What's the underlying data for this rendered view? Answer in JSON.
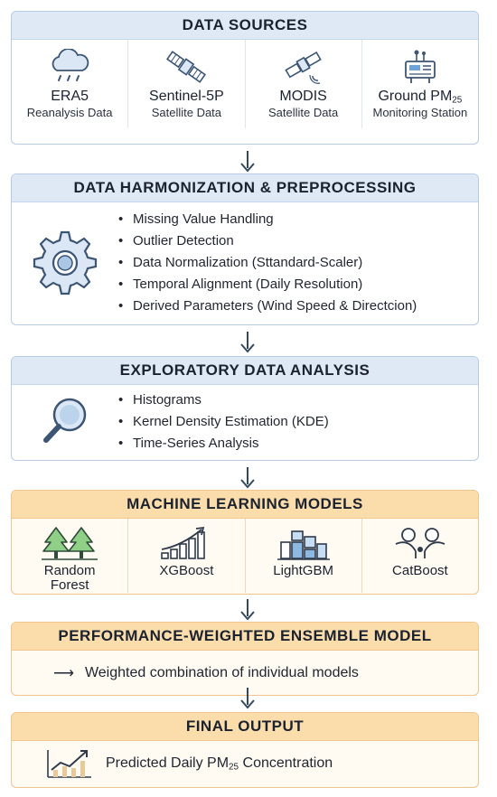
{
  "sources": {
    "title": "DATA SOURCES",
    "items": [
      {
        "name": "ERA5",
        "sub": "Reanalysis Data",
        "icon": "cloud-rain-icon"
      },
      {
        "name": "Sentinel-5P",
        "sub": "Satellite Data",
        "icon": "satellite-icon"
      },
      {
        "name": "MODIS",
        "sub": "Satellite Data",
        "icon": "satellite-dish-icon"
      },
      {
        "name_main": "Ground PM",
        "name_sub": "25",
        "sub": "Monitoring Station",
        "icon": "monitoring-station-icon"
      }
    ]
  },
  "preprocessing": {
    "title": "DATA HARMONIZATION & PREPROCESSING",
    "icon": "gear-icon",
    "items": [
      "Missing Value Handling",
      "Outlier Detection",
      "Data Normalization (Sttandard-Scaler)",
      "Temporal Alignment (Daily Resolution)",
      "Derived Parameters (Wind Speed & Directcion)"
    ]
  },
  "eda": {
    "title": "EXPLORATORY DATA ANALYSIS",
    "icon": "magnifier-icon",
    "items": [
      "Histograms",
      "Kernel Density Estimation (KDE)",
      "Time-Series Analysis"
    ]
  },
  "ml": {
    "title": "MACHINE LEARNING MODELS",
    "items": [
      {
        "line1": "Random",
        "line2": "Forest",
        "icon": "trees-icon"
      },
      {
        "line1": "XGBoost",
        "line2": "",
        "icon": "bar-growth-icon"
      },
      {
        "line1": "LightGBM",
        "line2": "",
        "icon": "blocks-icon"
      },
      {
        "line1": "CatBoost",
        "line2": "",
        "icon": "catboost-icon"
      }
    ]
  },
  "ensemble": {
    "title": "PERFORMANCE-WEIGHTED ENSEMBLE MODEL",
    "arrow": "⟶",
    "text": "Weighted combination of individual models"
  },
  "final": {
    "title": "FINAL OUTPUT",
    "icon": "trend-chart-icon",
    "text_pre": "Predicted Daily PM",
    "text_sub": "25",
    "text_post": " Concentration"
  },
  "colors": {
    "blue_border": "#b8cbe2",
    "blue_header": "#dfe9f5",
    "orange_border": "#f0c58e",
    "orange_header": "#fbdcab",
    "arrow": "#34495e"
  }
}
